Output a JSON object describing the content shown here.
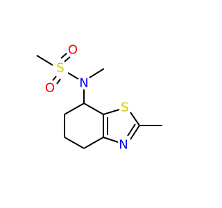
{
  "atoms": {
    "sulfonyl_sulfur": {
      "label": "S",
      "color": "#CCCC00"
    },
    "sulfonyl_oxygen_top": {
      "label": "O",
      "color": "#FF0000"
    },
    "sulfonyl_oxygen_bottom": {
      "label": "O",
      "color": "#FF0000"
    },
    "sulfonamide_nitrogen": {
      "label": "N",
      "color": "#0000FF"
    },
    "thiazole_sulfur": {
      "label": "S",
      "color": "#CCCC00"
    },
    "thiazole_nitrogen": {
      "label": "N",
      "color": "#0000FF"
    }
  },
  "colors": {
    "bond": "#000000",
    "background": "#FFFFFF"
  }
}
